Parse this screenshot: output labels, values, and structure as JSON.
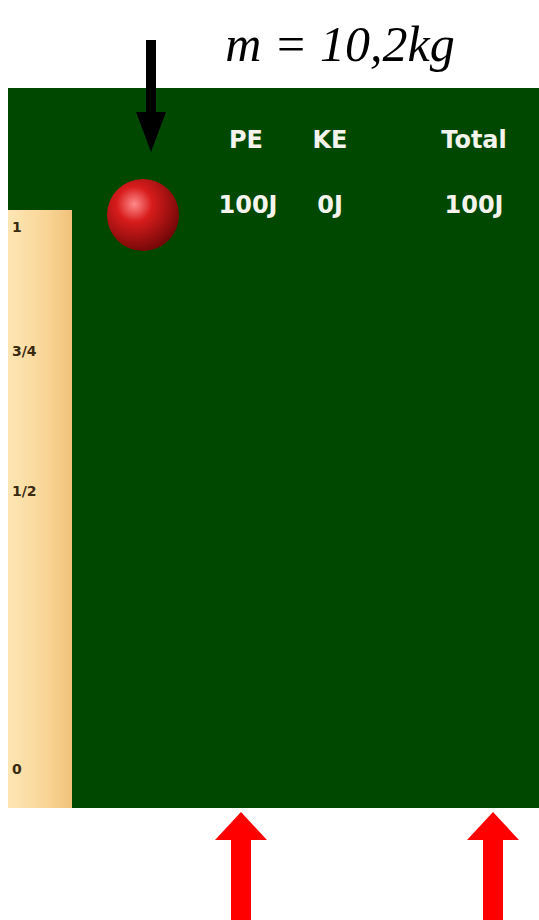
{
  "diagram": {
    "nodes": [
      {
        "text": [
          "1",
          "3/4",
          "1/2",
          "0"
        ]
      }
    ],
    "labels": [
      "m = 10,2kg",
      "PE",
      "KE",
      "Total",
      "100J",
      "0J",
      "100J"
    ]
  }
}
